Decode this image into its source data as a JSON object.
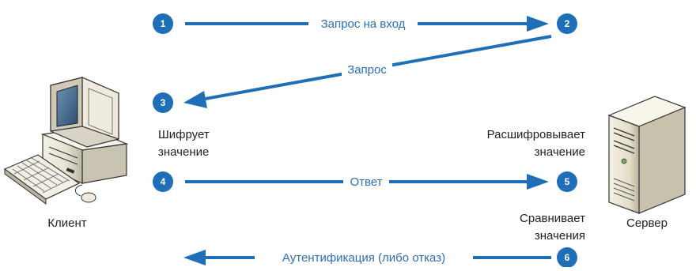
{
  "messages": {
    "login_request": "Запрос на вход",
    "request": "Запрос",
    "response": "Ответ",
    "auth": "Аутентификация (либо отказ)"
  },
  "steps": [
    "1",
    "2",
    "3",
    "4",
    "5",
    "6"
  ],
  "actions": {
    "encrypt_line1": "Шифрует",
    "encrypt_line2": "значение",
    "decrypt_line1": "Расшифровывает",
    "decrypt_line2": "значение",
    "compare_line1": "Сравнивает",
    "compare_line2": "значения"
  },
  "actors": {
    "client": "Клиент",
    "server": "Сервер"
  },
  "colors": {
    "accent": "#1f6fb8",
    "arrow": "#1f6fb8",
    "text": "#222222"
  },
  "icons": {
    "client": "desktop-computer-icon",
    "server": "tower-server-icon"
  }
}
